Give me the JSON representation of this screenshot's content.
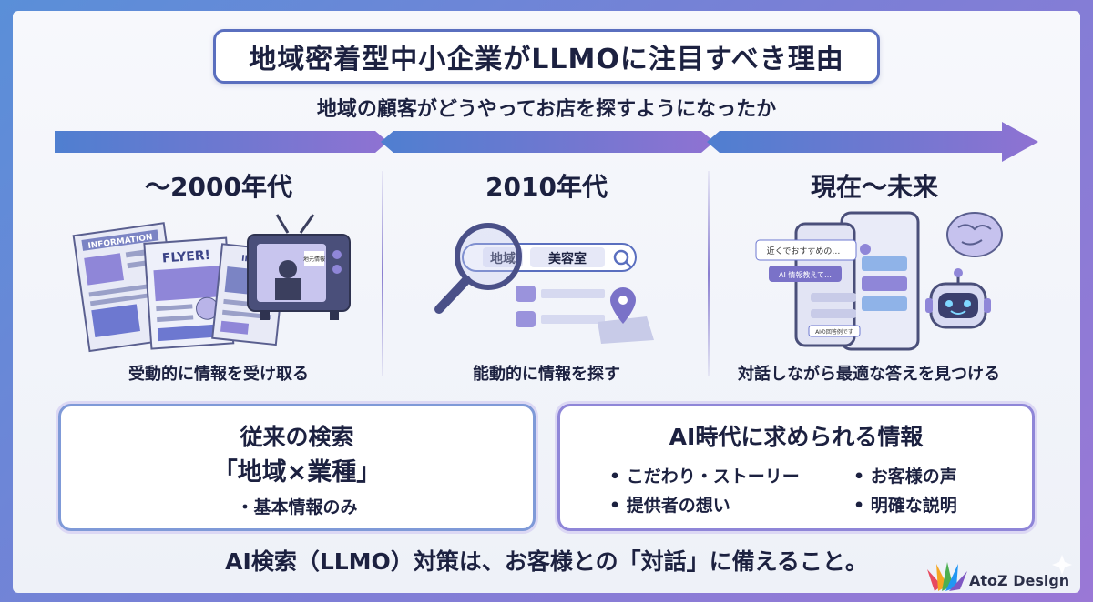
{
  "title": "地域密着型中小企業がLLMOに注目すべき理由",
  "subtitle": "地域の顧客がどうやってお店を探すようになったか",
  "eras": [
    {
      "label": "〜2000年代",
      "caption": "受動的に情報を受け取る",
      "illus": {
        "paper1": "INFORMATION",
        "flyer": "FLYER!",
        "paper2": "INFO",
        "tv_card": "地元情報"
      }
    },
    {
      "label": "2010年代",
      "caption": "能動的に情報を探す",
      "illus": {
        "tag1": "地域",
        "tag2": "美容室"
      }
    },
    {
      "label": "現在〜未来",
      "caption": "対話しながら最適な答えを見つける",
      "illus": {
        "bubble1": "近くでおすすめの…",
        "bubble2": "AI 情報教えて…",
        "bubble3": "AIの回答例です"
      }
    }
  ],
  "card_left": {
    "title": "従来の検索",
    "highlight": "「地域×業種」",
    "bullet": "・基本情報のみ"
  },
  "card_right": {
    "title": "AI時代に求められる情報",
    "bullets": [
      "こだわり・ストーリー",
      "お客様の声",
      "提供者の想い",
      "明確な説明"
    ]
  },
  "bottom_message": "AI検索（LLMO）対策は、お客様との「対話」に備えること。",
  "logo": "AtoZ Design",
  "colors": {
    "accent": "#5a6fbf",
    "purple": "#8f86d8",
    "blue": "#5a8fd8"
  }
}
